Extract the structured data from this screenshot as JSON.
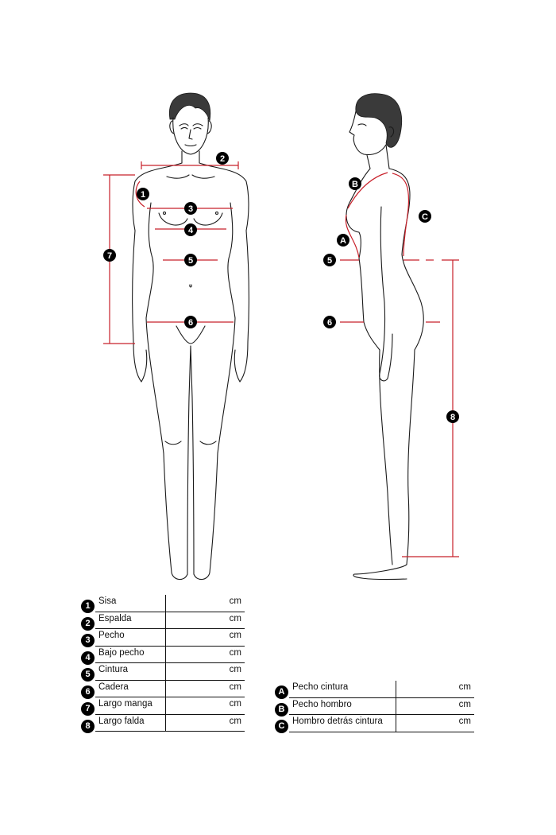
{
  "diagram": {
    "front_markers": [
      "1",
      "2",
      "3",
      "4",
      "5",
      "6",
      "7"
    ],
    "side_markers": [
      "A",
      "B",
      "C",
      "5",
      "6",
      "8"
    ]
  },
  "table_left": {
    "rows": [
      {
        "num": "1",
        "label": "Sisa",
        "unit": "cm"
      },
      {
        "num": "2",
        "label": "Espalda",
        "unit": "cm"
      },
      {
        "num": "3",
        "label": "Pecho",
        "unit": "cm"
      },
      {
        "num": "4",
        "label": "Bajo pecho",
        "unit": "cm"
      },
      {
        "num": "5",
        "label": "Cintura",
        "unit": "cm"
      },
      {
        "num": "6",
        "label": "Cadera",
        "unit": "cm"
      },
      {
        "num": "7",
        "label": "Largo manga",
        "unit": "cm"
      },
      {
        "num": "8",
        "label": "Largo falda",
        "unit": "cm"
      }
    ]
  },
  "table_right": {
    "rows": [
      {
        "num": "A",
        "label": "Pecho cintura",
        "unit": "cm"
      },
      {
        "num": "B",
        "label": "Pecho hombro",
        "unit": "cm"
      },
      {
        "num": "C",
        "label": "Hombro detrás cintura",
        "unit": "cm"
      }
    ]
  }
}
